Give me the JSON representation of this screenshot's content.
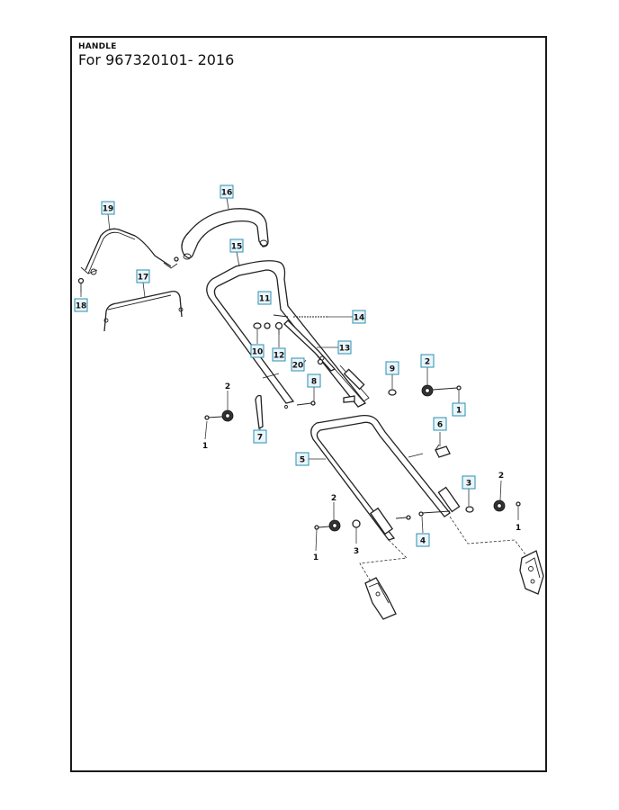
{
  "header": {
    "title": "HANDLE",
    "subtitle": "For 967320101- 2016"
  },
  "callouts": {
    "boxed": [
      "16",
      "19",
      "15",
      "17",
      "18",
      "11",
      "14",
      "10",
      "12",
      "13",
      "20",
      "9",
      "2",
      "8",
      "1",
      "7",
      "6",
      "5",
      "3",
      "4"
    ],
    "plain": [
      "2",
      "1",
      "2",
      "1",
      "2",
      "3",
      "1"
    ]
  }
}
